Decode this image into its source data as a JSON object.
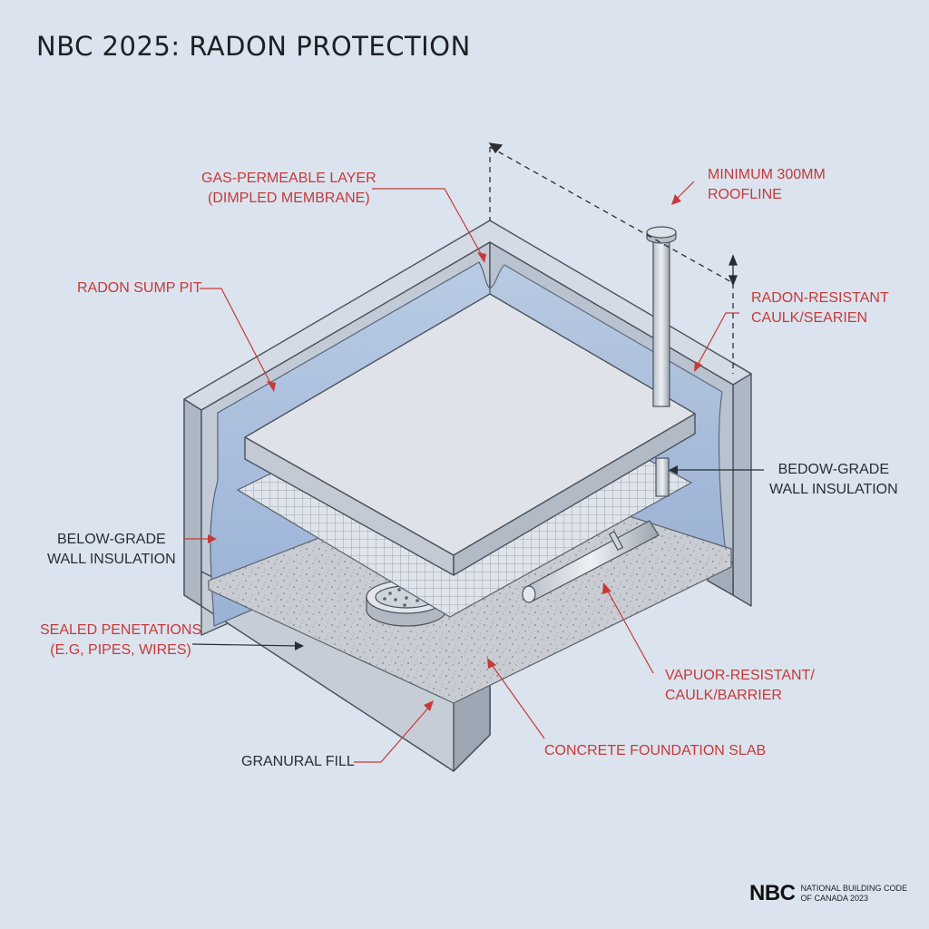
{
  "title": "NBC 2025: RADON PROTECTION",
  "colors": {
    "background": "#dbe3ee",
    "label_red": "#c63a38",
    "label_dark": "#2a2d33",
    "concrete": "#c4ccd7",
    "membrane_blue": "#a9bedc"
  },
  "labels": {
    "gas_permeable": [
      "GAS-PERMEABLE LAYER",
      "(DIMPLED MEMBRANE)"
    ],
    "minimum_300": [
      "MINIMUM 300MM",
      "ROOFLINE"
    ],
    "sump_pit": [
      "RADON SUMP PIT"
    ],
    "radon_caulk": [
      "RADON-RESISTANT",
      "CAULK/SEARIEN"
    ],
    "bedow_grade": [
      "BEDOW-GRADE",
      "WALL INSULATION"
    ],
    "below_grade": [
      "BELOW-GRADE",
      "WALL INSULATION"
    ],
    "sealed_penetrations": [
      "SEALED PENETATIONS",
      "(E.G, PIPES, WIRES)"
    ],
    "vapour_resistant": [
      "VAPUOR-RESISTANT/",
      "CAULK/BARRIER"
    ],
    "concrete_slab": [
      "CONCRETE FOUNDATION SLAB"
    ],
    "granular_fill": [
      "GRANURAL FILL"
    ]
  },
  "logo": {
    "mark": "NBC",
    "line1": "NATIONAL BUILDING CODE",
    "line2": "OF CANADA 2023"
  }
}
